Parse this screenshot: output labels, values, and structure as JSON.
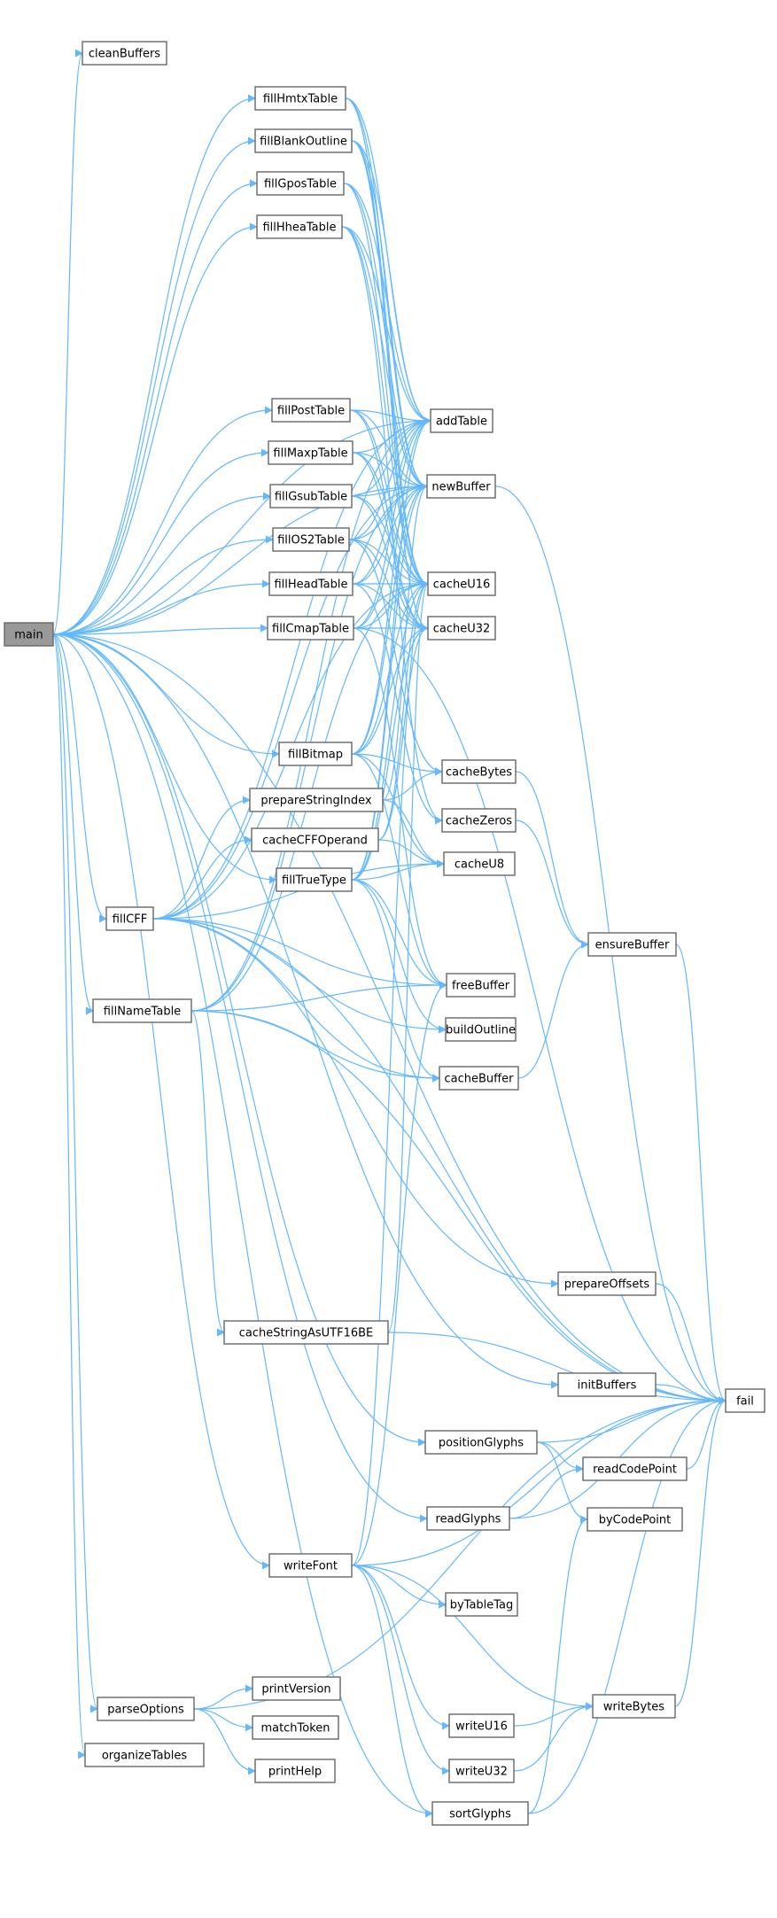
{
  "graph": {
    "type": "call-graph",
    "root": "main",
    "colors": {
      "edge": "#63b8ff",
      "root_fill": "#999999",
      "node_border": "#666666"
    },
    "nodes": [
      "main",
      "cleanBuffers",
      "fillHmtxTable",
      "fillBlankOutline",
      "fillGposTable",
      "fillHheaTable",
      "fillPostTable",
      "fillMaxpTable",
      "fillGsubTable",
      "fillOS2Table",
      "fillHeadTable",
      "fillCmapTable",
      "addTable",
      "newBuffer",
      "cacheU16",
      "cacheU32",
      "fillBitmap",
      "prepareStringIndex",
      "cacheCFFOperand",
      "fillTrueType",
      "fillCFF",
      "fillNameTable",
      "cacheStringAsUTF16BE",
      "cacheBytes",
      "cacheZeros",
      "cacheU8",
      "ensureBuffer",
      "freeBuffer",
      "buildOutline",
      "cacheBuffer",
      "prepareOffsets",
      "fail",
      "initBuffers",
      "positionGlyphs",
      "readCodePoint",
      "readGlyphs",
      "byCodePoint",
      "writeFont",
      "byTableTag",
      "parseOptions",
      "printVersion",
      "matchToken",
      "printHelp",
      "organizeTables",
      "writeBytes",
      "writeU16",
      "writeU32",
      "sortGlyphs"
    ],
    "edges": [
      [
        "main",
        "cleanBuffers"
      ],
      [
        "main",
        "fillHmtxTable"
      ],
      [
        "main",
        "fillBlankOutline"
      ],
      [
        "main",
        "fillGposTable"
      ],
      [
        "main",
        "fillHheaTable"
      ],
      [
        "main",
        "addTable"
      ],
      [
        "main",
        "newBuffer"
      ],
      [
        "main",
        "fillPostTable"
      ],
      [
        "main",
        "fillMaxpTable"
      ],
      [
        "main",
        "fillGsubTable"
      ],
      [
        "main",
        "fillOS2Table"
      ],
      [
        "main",
        "fillHeadTable"
      ],
      [
        "main",
        "fillCmapTable"
      ],
      [
        "main",
        "fillBitmap"
      ],
      [
        "main",
        "fillTrueType"
      ],
      [
        "main",
        "fillCFF"
      ],
      [
        "main",
        "fillNameTable"
      ],
      [
        "main",
        "fail"
      ],
      [
        "main",
        "initBuffers"
      ],
      [
        "main",
        "positionGlyphs"
      ],
      [
        "main",
        "readGlyphs"
      ],
      [
        "main",
        "writeFont"
      ],
      [
        "main",
        "parseOptions"
      ],
      [
        "main",
        "organizeTables"
      ],
      [
        "main",
        "sortGlyphs"
      ],
      [
        "fillHmtxTable",
        "addTable"
      ],
      [
        "fillHmtxTable",
        "newBuffer"
      ],
      [
        "fillHmtxTable",
        "cacheU16"
      ],
      [
        "fillBlankOutline",
        "addTable"
      ],
      [
        "fillBlankOutline",
        "newBuffer"
      ],
      [
        "fillBlankOutline",
        "cacheU16"
      ],
      [
        "fillBlankOutline",
        "cacheU32"
      ],
      [
        "fillGposTable",
        "addTable"
      ],
      [
        "fillGposTable",
        "newBuffer"
      ],
      [
        "fillGposTable",
        "cacheU16"
      ],
      [
        "fillHheaTable",
        "addTable"
      ],
      [
        "fillHheaTable",
        "newBuffer"
      ],
      [
        "fillHheaTable",
        "cacheU16"
      ],
      [
        "fillHheaTable",
        "cacheZeros"
      ],
      [
        "fillPostTable",
        "addTable"
      ],
      [
        "fillPostTable",
        "newBuffer"
      ],
      [
        "fillPostTable",
        "cacheU16"
      ],
      [
        "fillPostTable",
        "cacheU32"
      ],
      [
        "fillMaxpTable",
        "addTable"
      ],
      [
        "fillMaxpTable",
        "newBuffer"
      ],
      [
        "fillMaxpTable",
        "cacheU16"
      ],
      [
        "fillMaxpTable",
        "cacheU32"
      ],
      [
        "fillGsubTable",
        "addTable"
      ],
      [
        "fillGsubTable",
        "newBuffer"
      ],
      [
        "fillGsubTable",
        "cacheU16"
      ],
      [
        "fillGsubTable",
        "cacheU32"
      ],
      [
        "fillOS2Table",
        "addTable"
      ],
      [
        "fillOS2Table",
        "newBuffer"
      ],
      [
        "fillOS2Table",
        "cacheU16"
      ],
      [
        "fillOS2Table",
        "cacheU32"
      ],
      [
        "fillOS2Table",
        "cacheBytes"
      ],
      [
        "fillHeadTable",
        "addTable"
      ],
      [
        "fillHeadTable",
        "newBuffer"
      ],
      [
        "fillHeadTable",
        "cacheU16"
      ],
      [
        "fillHeadTable",
        "cacheU32"
      ],
      [
        "fillHeadTable",
        "cacheZeros"
      ],
      [
        "fillCmapTable",
        "addTable"
      ],
      [
        "fillCmapTable",
        "newBuffer"
      ],
      [
        "fillCmapTable",
        "cacheU16"
      ],
      [
        "fillCmapTable",
        "cacheU32"
      ],
      [
        "fillCmapTable",
        "freeBuffer"
      ],
      [
        "fillCmapTable",
        "fail"
      ],
      [
        "newBuffer",
        "fail"
      ],
      [
        "fillBitmap",
        "addTable"
      ],
      [
        "fillBitmap",
        "newBuffer"
      ],
      [
        "fillBitmap",
        "cacheU16"
      ],
      [
        "fillBitmap",
        "cacheU32"
      ],
      [
        "fillBitmap",
        "cacheBytes"
      ],
      [
        "fillBitmap",
        "cacheU8"
      ],
      [
        "fillBitmap",
        "freeBuffer"
      ],
      [
        "prepareStringIndex",
        "newBuffer"
      ],
      [
        "prepareStringIndex",
        "cacheBytes"
      ],
      [
        "prepareStringIndex",
        "cacheU8"
      ],
      [
        "cacheCFFOperand",
        "cacheU16"
      ],
      [
        "cacheCFFOperand",
        "cacheU32"
      ],
      [
        "cacheCFFOperand",
        "cacheU8"
      ],
      [
        "fillTrueType",
        "addTable"
      ],
      [
        "fillTrueType",
        "newBuffer"
      ],
      [
        "fillTrueType",
        "cacheU16"
      ],
      [
        "fillTrueType",
        "cacheU32"
      ],
      [
        "fillTrueType",
        "cacheU8"
      ],
      [
        "fillTrueType",
        "freeBuffer"
      ],
      [
        "fillTrueType",
        "buildOutline"
      ],
      [
        "fillTrueType",
        "cacheBuffer"
      ],
      [
        "fillCFF",
        "addTable"
      ],
      [
        "fillCFF",
        "newBuffer"
      ],
      [
        "fillCFF",
        "cacheU16"
      ],
      [
        "fillCFF",
        "cacheU8"
      ],
      [
        "fillCFF",
        "prepareStringIndex"
      ],
      [
        "fillCFF",
        "cacheCFFOperand"
      ],
      [
        "fillCFF",
        "freeBuffer"
      ],
      [
        "fillCFF",
        "buildOutline"
      ],
      [
        "fillCFF",
        "cacheBuffer"
      ],
      [
        "fillCFF",
        "prepareOffsets"
      ],
      [
        "fillCFF",
        "fail"
      ],
      [
        "fillNameTable",
        "addTable"
      ],
      [
        "fillNameTable",
        "newBuffer"
      ],
      [
        "fillNameTable",
        "cacheU16"
      ],
      [
        "fillNameTable",
        "freeBuffer"
      ],
      [
        "fillNameTable",
        "cacheStringAsUTF16BE"
      ],
      [
        "fillNameTable",
        "cacheBuffer"
      ],
      [
        "fillNameTable",
        "fail"
      ],
      [
        "cacheStringAsUTF16BE",
        "cacheU16"
      ],
      [
        "cacheStringAsUTF16BE",
        "fail"
      ],
      [
        "cacheBytes",
        "ensureBuffer"
      ],
      [
        "cacheZeros",
        "ensureBuffer"
      ],
      [
        "cacheBuffer",
        "ensureBuffer"
      ],
      [
        "ensureBuffer",
        "fail"
      ],
      [
        "prepareOffsets",
        "fail"
      ],
      [
        "initBuffers",
        "fail"
      ],
      [
        "positionGlyphs",
        "fail"
      ],
      [
        "positionGlyphs",
        "readCodePoint"
      ],
      [
        "positionGlyphs",
        "byCodePoint"
      ],
      [
        "readCodePoint",
        "fail"
      ],
      [
        "readGlyphs",
        "readCodePoint"
      ],
      [
        "readGlyphs",
        "fail"
      ],
      [
        "writeFont",
        "freeBuffer"
      ],
      [
        "writeFont",
        "cacheU16"
      ],
      [
        "writeFont",
        "byTableTag"
      ],
      [
        "writeFont",
        "writeBytes"
      ],
      [
        "writeFont",
        "writeU16"
      ],
      [
        "writeFont",
        "writeU32"
      ],
      [
        "writeFont",
        "sortGlyphs"
      ],
      [
        "writeFont",
        "fail"
      ],
      [
        "writeU16",
        "writeBytes"
      ],
      [
        "writeU32",
        "writeBytes"
      ],
      [
        "writeBytes",
        "fail"
      ],
      [
        "parseOptions",
        "printVersion"
      ],
      [
        "parseOptions",
        "matchToken"
      ],
      [
        "parseOptions",
        "printHelp"
      ],
      [
        "parseOptions",
        "fail"
      ],
      [
        "sortGlyphs",
        "byCodePoint"
      ],
      [
        "sortGlyphs",
        "fail"
      ]
    ]
  }
}
